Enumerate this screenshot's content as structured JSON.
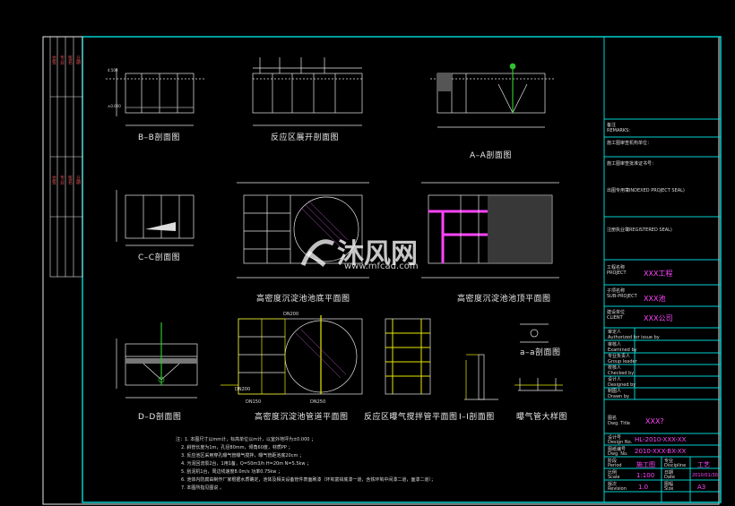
{
  "colors": {
    "border": "#00d0d0",
    "line": "#e8e8e8",
    "magenta": "#ff44ff",
    "yellow": "#e8e800",
    "green": "#30c030",
    "background": "#000000"
  },
  "views": {
    "bb": "B–B剖面图",
    "reaction_unfold": "反应区展开剖面图",
    "aa": "A–A剖面图",
    "cc": "C–C剖面图",
    "sed_bottom": "高密度沉淀池池底平面图",
    "sed_top": "高密度沉淀池池顶平面图",
    "dd": "D–D剖面图",
    "sed_pipe": "高密度沉淀池管道平面图",
    "aeration_plan": "反应区曝气搅拌管平面图",
    "i_section": "I–I剖面图",
    "a_section": "a–a剖面图",
    "aeration_detail": "曝气管大样图"
  },
  "dims": {
    "dn200_a": "DN200",
    "dn200_b": "DN200",
    "dn150": "DN150",
    "dn250": "DN250"
  },
  "notes": [
    "注：1. 本图尺寸以mm计，标高单位以m计，以室外地坪为±0.000 ；",
    "2. 斜管长度为1m，孔径80mm，倾角60度，材质PP ；",
    "3. 反应池区采用穿孔曝气管曝气搅拌，曝气管距池底20cm ；",
    "4. 污泥回流泵2台，1用1备，Q=50m3/h H=20m N=5.5kw ；",
    "5. 刮泥机1台，周边线速度8.0m/s 功率0.75kw ；",
    "6. 池体内防腐由制作厂家根据水质确定，池体及相关设备管件表面刷漆（环氧富锌底漆一道，含铁环氧中间漆二道，面漆二道）；",
    "7. 本图所指见图说 。"
  ],
  "title_block": {
    "remark_label": "备注",
    "remark_en": "REMARKS:",
    "unit1": "施工图审查机构单位：",
    "unit2": "施工图审查批准证书号：",
    "seal_label": "出图专用章",
    "seal_en": "(INDEXED PROJECT SEAL)",
    "reg_label": "注册执业章",
    "reg_en": "(REGISTERED SEAL)",
    "project_label": "工程名称",
    "project_en": "PROJECT",
    "project_value": "XXX工程",
    "subproject_label": "子项名称",
    "subproject_en": "SUB-PROJECT",
    "subproject_value": "XXX池",
    "client_label": "建设单位",
    "client_en": "CLIENT",
    "client_value": "XXX公司",
    "rows": [
      {
        "cn": "审定人",
        "en": "Authorized for issue by"
      },
      {
        "cn": "审核人",
        "en": "Examined by"
      },
      {
        "cn": "专业负责人",
        "en": "Group leader"
      },
      {
        "cn": "校核人",
        "en": "Checked by"
      },
      {
        "cn": "设计人",
        "en": "Designed by"
      },
      {
        "cn": "制图人",
        "en": "Drawn by"
      }
    ],
    "dwg_title_label": "图名",
    "dwg_title_en": "Dwg. Title",
    "dwg_title_value": "XXX?",
    "design_no_label": "设计号",
    "design_no_en": "Design No.",
    "design_no_value": "HL-2010-XXX-XX",
    "dwg_no_label": "图纸编号",
    "dwg_no_en": "Dwg. No.",
    "dwg_no_value": "2010-XXX-BX-XX",
    "period_label": "阶段",
    "period_en": "Period",
    "period_value": "施工图",
    "disc_label": "专业",
    "disc_en": "Discipline",
    "disc_value": "工艺",
    "scale_label": "比例",
    "scale_en": "Scale",
    "scale_value": "1:100",
    "date_label": "日期",
    "date_en": "Date",
    "date_value": "2010/01/30",
    "rev_label": "版次",
    "rev_en": "Revision",
    "rev_value": "1.0",
    "size_label": "图幅",
    "size_en": "Size",
    "size_value": "A3"
  },
  "left_strip": [
    "日期",
    "签名",
    "专业",
    "会签",
    "日期",
    "签名",
    "专业",
    "会签"
  ],
  "watermark": {
    "brand": "沐风网",
    "url": "www.mfcad.com"
  }
}
